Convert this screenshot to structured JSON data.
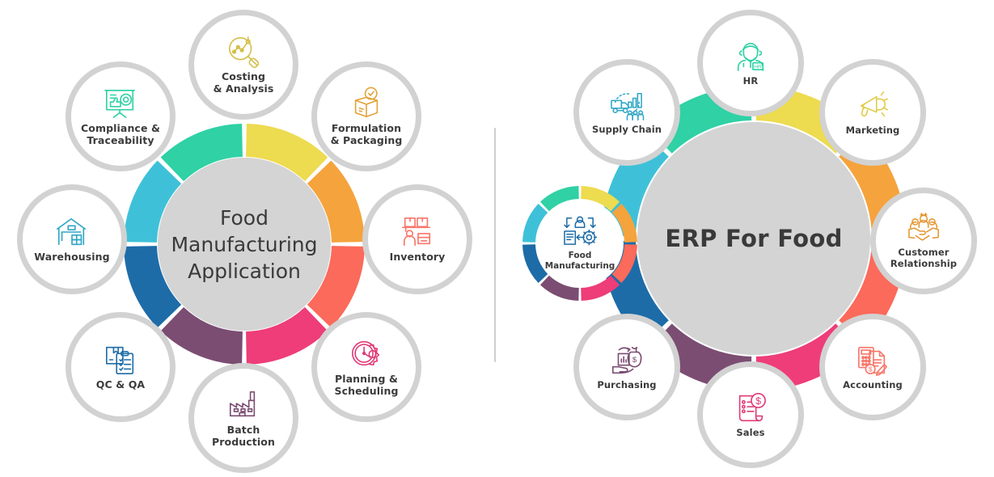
{
  "palette": {
    "yellow": "#eddb50",
    "orange": "#f6a githubn",
    "orange_hex": "#f5a33c",
    "coral": "#fb6a5a",
    "pink": "#ee3d78",
    "purple": "#7b4d72",
    "blue": "#1d6ca8",
    "cyan": "#3ec1d8",
    "teal": "#2fd1a5",
    "ring_grey": "#d2d2d2",
    "hub_grey": "#d4d4d4",
    "text_dark": "#3a3a3a",
    "divider": "#cfcfcf",
    "background": "#ffffff"
  },
  "left_diagram": {
    "name": "food-manufacturing-application-wheel",
    "center_title": "Food\nManufacturing\nApplication",
    "segments": [
      {
        "label": "Formulation\n& Packaging",
        "color": "#eddb50",
        "icon": "open-box-check-icon",
        "icon_color": "#e3a33a"
      },
      {
        "label": "Inventory",
        "color": "#f5a33c",
        "icon": "warehouse-shelf-worker-icon",
        "icon_color": "#f8766a"
      },
      {
        "label": "Planning &\nScheduling",
        "color": "#fb6a5a",
        "icon": "clock-gear-icon",
        "icon_color": "#e03b76"
      },
      {
        "label": "Batch\nProduction",
        "color": "#ee3d78",
        "icon": "factory-icon",
        "icon_color": "#7b4d72"
      },
      {
        "label": "QC & QA",
        "color": "#7b4d72",
        "icon": "box-checklist-icon",
        "icon_color": "#1d6ca8"
      },
      {
        "label": "Warehousing",
        "color": "#1d6ca8",
        "icon": "warehouse-building-icon",
        "icon_color": "#2fa6c4"
      },
      {
        "label": "Compliance &\nTraceability",
        "color": "#3ec1d8",
        "icon": "presentation-gear-hand-icon",
        "icon_color": "#2fd1a5"
      },
      {
        "label": "Costing\n& Analysis",
        "color": "#2fd1a5",
        "icon": "magnifier-chart-icon",
        "icon_color": "#d4bf4a"
      }
    ]
  },
  "right_diagram": {
    "name": "erp-for-food-wheel",
    "center_title": "ERP For Food",
    "segments": [
      {
        "label": "Marketing",
        "color": "#eddb50",
        "icon": "megaphone-icon",
        "icon_color": "#e2cc4a"
      },
      {
        "label": "Customer\nRelationship",
        "color": "#f5a33c",
        "icon": "handshake-people-gear-icon",
        "icon_color": "#e5952f"
      },
      {
        "label": "Accounting",
        "color": "#fb6a5a",
        "icon": "calculator-invoice-pen-icon",
        "icon_color": "#f8766a"
      },
      {
        "label": "Sales",
        "color": "#ee3d78",
        "icon": "receipt-dollar-icon",
        "icon_color": "#e03b76"
      },
      {
        "label": "Purchasing",
        "color": "#7b4d72",
        "icon": "hand-money-bag-icon",
        "icon_color": "#7b4d72"
      },
      {
        "label": "Food\nManufacturing",
        "color": "#1d6ca8",
        "icon": "worker-document-gear-icon",
        "icon_color": "#1d6ca8"
      },
      {
        "label": "Supply Chain",
        "color": "#3ec1d8",
        "icon": "truck-factory-people-icon",
        "icon_color": "#2fa6c4"
      },
      {
        "label": "HR",
        "color": "#2fd1a5",
        "icon": "hr-person-badge-icon",
        "icon_color": "#2fd1a5"
      }
    ]
  },
  "divider": {
    "name": "vertical-divider"
  }
}
